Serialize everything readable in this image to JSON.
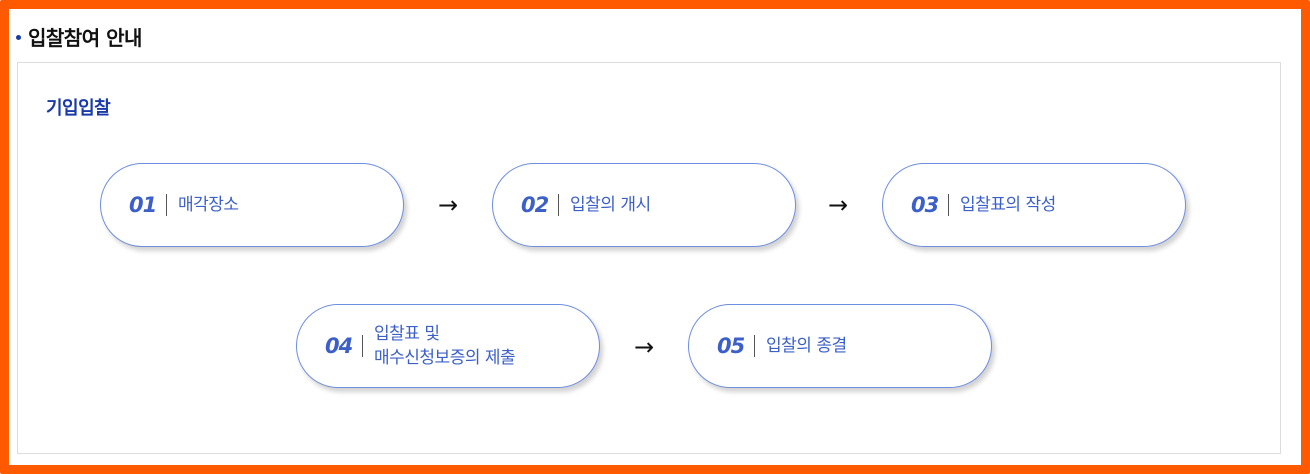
{
  "section": {
    "title": "입찰참여 안내"
  },
  "panel": {
    "title": "기입입찰",
    "steps": [
      {
        "num": "01",
        "label": "매각장소"
      },
      {
        "num": "02",
        "label": "입찰의 개시"
      },
      {
        "num": "03",
        "label": "입찰표의 작성"
      },
      {
        "num": "04",
        "label_line1": "입찰표 및",
        "label_line2": "매수신청보증의 제출"
      },
      {
        "num": "05",
        "label": "입찰의 종결"
      }
    ],
    "arrow_glyph": "→"
  },
  "colors": {
    "frame": "#ff5a00",
    "accent": "#1a3aa8",
    "step_text": "#3c60c8",
    "step_border": "#6e8ee0"
  }
}
